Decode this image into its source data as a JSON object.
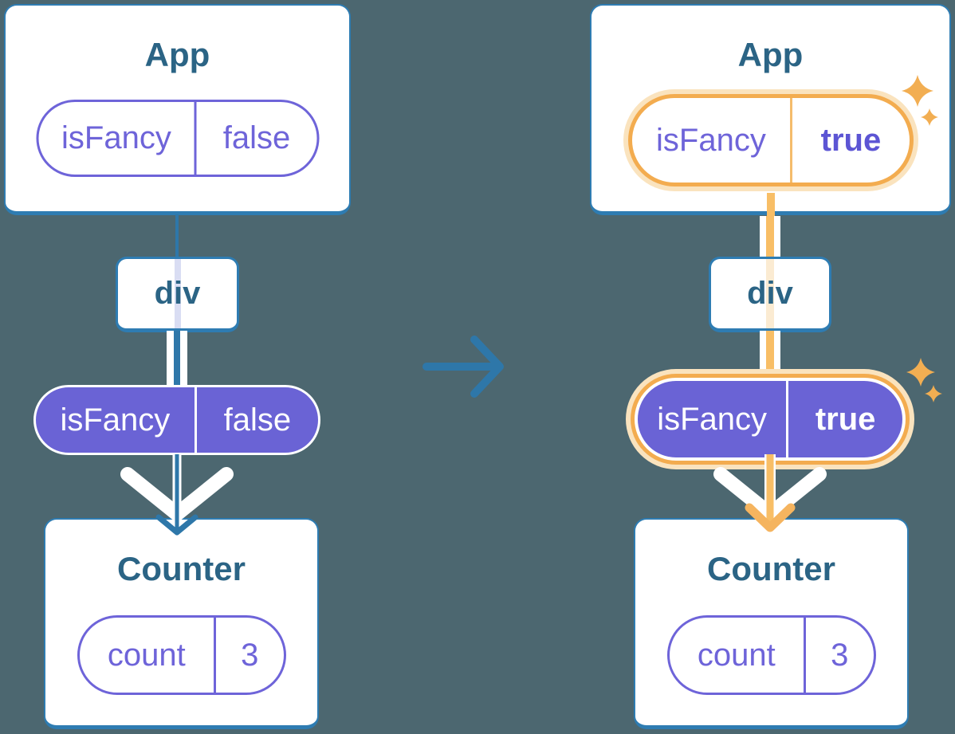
{
  "left_tree": {
    "app": {
      "title": "App",
      "state_key": "isFancy",
      "state_value": "false"
    },
    "div_label": "div",
    "prop": {
      "key": "isFancy",
      "value": "false"
    },
    "counter": {
      "title": "Counter",
      "state_key": "count",
      "state_value": "3"
    }
  },
  "right_tree": {
    "app": {
      "title": "App",
      "state_key": "isFancy",
      "state_value": "true"
    },
    "div_label": "div",
    "prop": {
      "key": "isFancy",
      "value": "true"
    },
    "counter": {
      "title": "Counter",
      "state_key": "count",
      "state_value": "3"
    }
  },
  "icons": {
    "transition_arrow": "right-arrow-icon",
    "sparkles": "sparkle-icon"
  },
  "colors": {
    "background": "#4C6770",
    "card_border": "#2E7CB2",
    "node_title": "#2B6485",
    "state_purple": "#6E64D9",
    "state_fill_purple": "#6A63D5",
    "state_value_bold_purple": "#5C55D4",
    "highlight_orange": "#F3AC4F",
    "highlight_halo": "#FAE3BE",
    "connector_blue": "#2E77A9",
    "connector_orange": "#F8BE66",
    "sparkle_orange": "#F2AE52"
  }
}
